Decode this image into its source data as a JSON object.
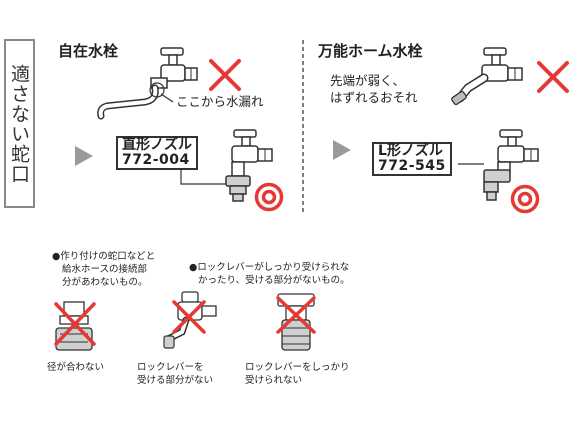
{
  "side_label": "適さない蛇口",
  "left": {
    "title": "自在水栓",
    "leak_note": "ここから水漏れ",
    "nozzle_name": "直形ノズル",
    "nozzle_code": "772-004"
  },
  "right": {
    "title": "万能ホーム水栓",
    "note_line1": "先端が弱く、",
    "note_line2": "はずれるおそれ",
    "nozzle_name": "L形ノズル",
    "nozzle_code": "772-545"
  },
  "bottom": {
    "note1_line1": "●作り付けの蛇口などと",
    "note1_line2": "給水ホースの接続部",
    "note1_line3": "分があわないもの。",
    "note2_line1": "●ロックレバーがしっかり受けられな",
    "note2_line2": "かったり、受ける部分がないもの。",
    "cap1": "径が合わない",
    "cap2_line1": "ロックレバーを",
    "cap2_line2": "受ける部分がない",
    "cap3_line1": "ロックレバーをしっかり",
    "cap3_line2": "受けられない"
  },
  "colors": {
    "cross": "#e53935",
    "ok_ring": "#e53935",
    "arrow": "#9a9a9a"
  }
}
